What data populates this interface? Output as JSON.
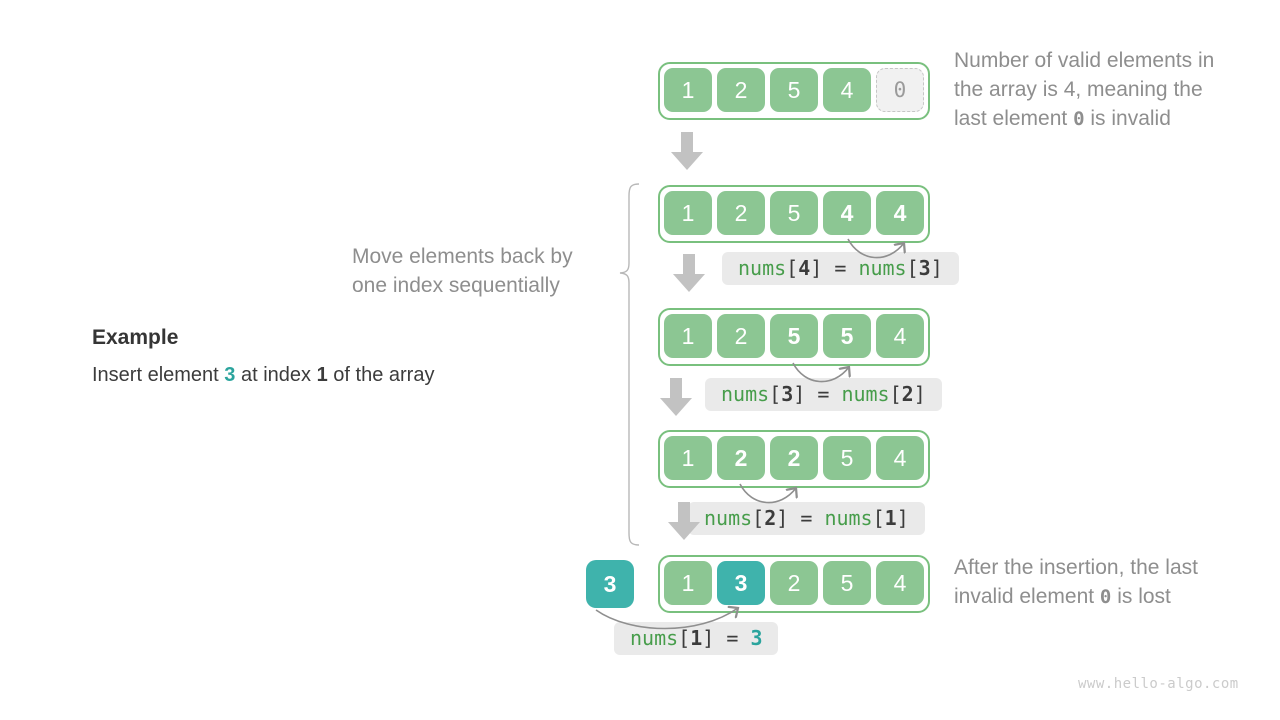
{
  "example": {
    "heading": "Example",
    "sentence": [
      {
        "t": "Insert element "
      },
      {
        "t": "3",
        "s": "teal"
      },
      {
        "t": " at index "
      },
      {
        "t": "1",
        "s": "bold"
      },
      {
        "t": " of the array"
      }
    ]
  },
  "move_note": [
    "Move elements back by",
    "one index sequentially"
  ],
  "top_note": [
    [
      {
        "t": "Number of valid elements in"
      }
    ],
    [
      {
        "t": "the array is 4, meaning the"
      }
    ],
    [
      {
        "t": "last element "
      },
      {
        "t": "0",
        "s": "code"
      },
      {
        "t": " is invalid"
      }
    ]
  ],
  "bottom_note": [
    [
      {
        "t": "After the insertion, the last"
      }
    ],
    [
      {
        "t": "invalid element "
      },
      {
        "t": "0",
        "s": "code"
      },
      {
        "t": " is lost"
      }
    ]
  ],
  "inserted_value": "3",
  "arrays": [
    {
      "cells": [
        {
          "v": "1",
          "k": "normal"
        },
        {
          "v": "2",
          "k": "normal"
        },
        {
          "v": "5",
          "k": "normal"
        },
        {
          "v": "4",
          "k": "normal"
        },
        {
          "v": "0",
          "k": "invalid"
        }
      ]
    },
    {
      "cells": [
        {
          "v": "1",
          "k": "normal"
        },
        {
          "v": "2",
          "k": "normal"
        },
        {
          "v": "5",
          "k": "normal"
        },
        {
          "v": "4",
          "k": "moved"
        },
        {
          "v": "4",
          "k": "moved"
        }
      ]
    },
    {
      "cells": [
        {
          "v": "1",
          "k": "normal"
        },
        {
          "v": "2",
          "k": "normal"
        },
        {
          "v": "5",
          "k": "moved"
        },
        {
          "v": "5",
          "k": "moved"
        },
        {
          "v": "4",
          "k": "normal"
        }
      ]
    },
    {
      "cells": [
        {
          "v": "1",
          "k": "normal"
        },
        {
          "v": "2",
          "k": "moved"
        },
        {
          "v": "2",
          "k": "moved"
        },
        {
          "v": "5",
          "k": "normal"
        },
        {
          "v": "4",
          "k": "normal"
        }
      ]
    },
    {
      "cells": [
        {
          "v": "1",
          "k": "normal"
        },
        {
          "v": "3",
          "k": "inserted"
        },
        {
          "v": "2",
          "k": "normal"
        },
        {
          "v": "5",
          "k": "normal"
        },
        {
          "v": "4",
          "k": "normal"
        }
      ]
    }
  ],
  "labels": [
    {
      "parts": [
        {
          "t": "nums",
          "s": "fn"
        },
        {
          "t": "["
        },
        {
          "t": "4",
          "s": "idx"
        },
        {
          "t": "]"
        },
        {
          "t": " = "
        },
        {
          "t": "nums",
          "s": "fn"
        },
        {
          "t": "["
        },
        {
          "t": "3",
          "s": "idx"
        },
        {
          "t": "]"
        }
      ]
    },
    {
      "parts": [
        {
          "t": "nums",
          "s": "fn"
        },
        {
          "t": "["
        },
        {
          "t": "3",
          "s": "idx"
        },
        {
          "t": "]"
        },
        {
          "t": " = "
        },
        {
          "t": "nums",
          "s": "fn"
        },
        {
          "t": "["
        },
        {
          "t": "2",
          "s": "idx"
        },
        {
          "t": "]"
        }
      ]
    },
    {
      "parts": [
        {
          "t": "nums",
          "s": "fn"
        },
        {
          "t": "["
        },
        {
          "t": "2",
          "s": "idx"
        },
        {
          "t": "]"
        },
        {
          "t": " = "
        },
        {
          "t": "nums",
          "s": "fn"
        },
        {
          "t": "["
        },
        {
          "t": "1",
          "s": "idx"
        },
        {
          "t": "]"
        }
      ]
    },
    {
      "parts": [
        {
          "t": "nums",
          "s": "fn"
        },
        {
          "t": "["
        },
        {
          "t": "1",
          "s": "idx"
        },
        {
          "t": "]"
        },
        {
          "t": " = "
        },
        {
          "t": "3",
          "s": "tealv"
        }
      ]
    }
  ],
  "watermark": "www.hello-algo.com",
  "colors": {
    "cell-green": "#8CC693",
    "cell-border": "#79C07E",
    "teal": "#3FB3AC",
    "teal-text": "#2BA49D",
    "code-green": "#479D4B",
    "text-gray": "#8E8E8E",
    "text-dark": "#3C3C3C",
    "label-bg": "#EAEAEA",
    "arrow-gray": "#C2C2C2",
    "curve-gray": "#8F8F8F"
  }
}
